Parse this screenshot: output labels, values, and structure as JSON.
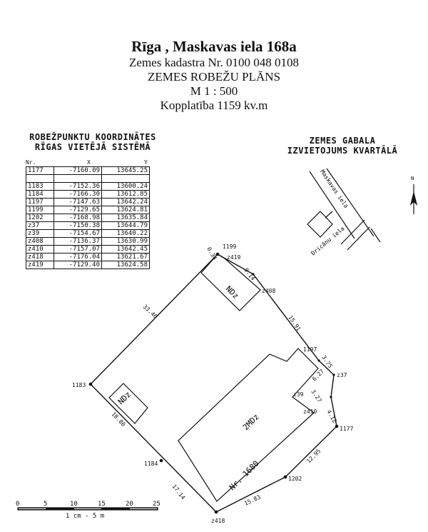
{
  "title": {
    "line1": "Rīga , Maskavas iela 168a",
    "line2": "Zemes kadastra Nr. 0100 048 0108",
    "line3": "ZEMES ROBEŽU PLĀNS",
    "line4": "M 1 : 500",
    "line5": "Kopplatība 1159 kv.m"
  },
  "coords_table": {
    "heading1": "ROBEŽPUNKTU KOORDINĀTES",
    "heading2": "RĪGAS VIETĒJĀ SISTĒMĀ",
    "col_nr": "Nr.",
    "col_x": "X",
    "col_y": "Y",
    "rows": [
      [
        "1177",
        "-7160.09",
        "13645.25"
      ],
      [
        "",
        "",
        ""
      ],
      [
        "1183",
        "-7152.36",
        "13600.24"
      ],
      [
        "1184",
        "-7166.30",
        "13612.85"
      ],
      [
        "1197",
        "-7147.63",
        "13642.24"
      ],
      [
        "1199",
        "-7129.65",
        "13624.81"
      ],
      [
        "1202",
        "-7168.98",
        "13635.84"
      ],
      [
        "z37",
        "-7150.38",
        "13644.79"
      ],
      [
        "z39",
        "-7154.67",
        "13640.22"
      ],
      [
        "z408",
        "-7136.37",
        "13630.99"
      ],
      [
        "z410",
        "-7157.07",
        "13642.45"
      ],
      [
        "z418",
        "-7176.04",
        "13621.67"
      ],
      [
        "z419",
        "-7129.40",
        "13624.58"
      ]
    ]
  },
  "inset": {
    "heading1": "ZEMES GABALA",
    "heading2": "IZVIETOJUMS KVARTĀLĀ",
    "street1": "Maskavas iela",
    "street2": "Dricānu iela",
    "north": "N"
  },
  "plan": {
    "points": {
      "p1199": "1199",
      "z419": "z419",
      "z408": "z408",
      "p1197": "1197",
      "z37": "z37",
      "z39": "z39",
      "z410": "z410",
      "p1177": "1177",
      "p1202": "1202",
      "z418": "z418",
      "p1184": "1184",
      "p1183": "1183"
    },
    "dimensions": {
      "d034": "0.34",
      "d914": "9.14",
      "d1591": "15.91",
      "d375": "3.75",
      "d627": "6.27",
      "d327": "3.27",
      "d412": "4.12",
      "d1295": "12.95",
      "d1583": "15.83",
      "d1714": "17.14",
      "d1880": "18.80",
      "d3346": "33.46"
    },
    "labels": {
      "ndz_top": "NDz",
      "ndz_left": "NDz",
      "building": "2MDz",
      "nr": "Nr. 1680"
    }
  },
  "scale_bar": {
    "ticks": [
      "0",
      "5",
      "10",
      "15",
      "20",
      "25"
    ],
    "caption": "1 cm - 5 m"
  }
}
